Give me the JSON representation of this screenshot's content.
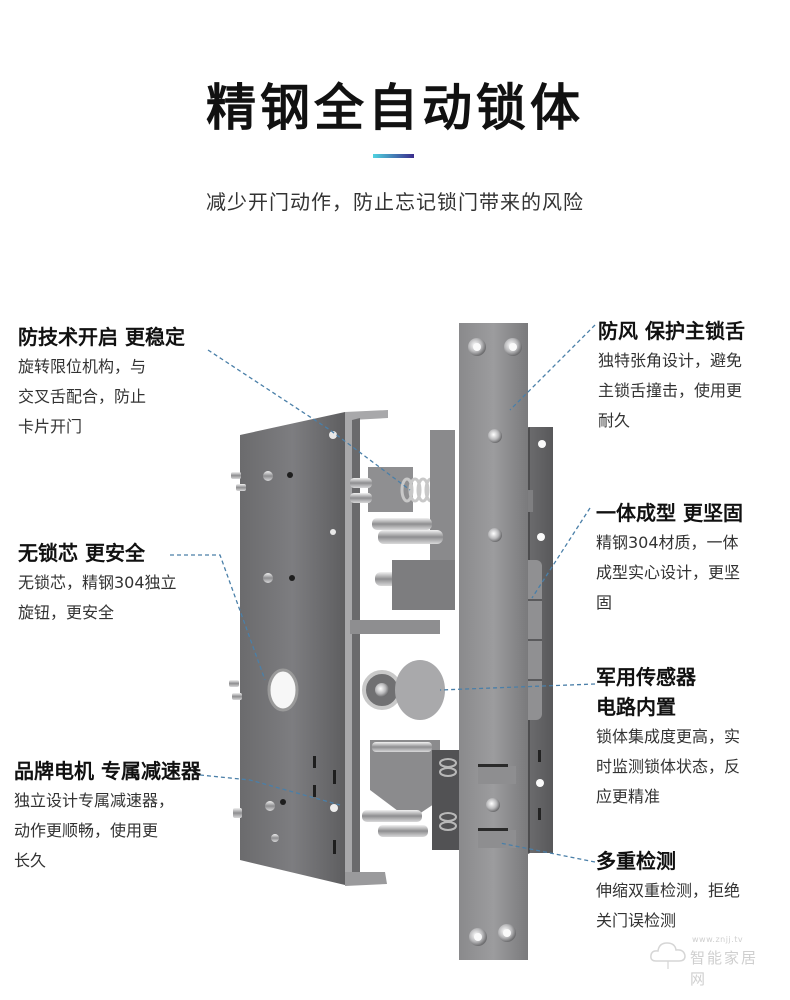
{
  "header": {
    "title": "精钢全自动锁体",
    "accent_colors": [
      "#4fd3e0",
      "#3a2b8c"
    ],
    "subtitle": "减少开门动作，防止忘记锁门带来的风险"
  },
  "features_left": [
    {
      "title": "防技术开启 更稳定",
      "lines": [
        "旋转限位机构，与",
        "交叉舌配合，防止",
        "卡片开门"
      ]
    },
    {
      "title": "无锁芯 更安全",
      "lines": [
        "无锁芯，精钢304独立",
        "旋钮，更安全"
      ]
    },
    {
      "title": "品牌电机  专属减速器",
      "lines": [
        "独立设计专属减速器，",
        "动作更顺畅，使用更",
        "长久"
      ]
    }
  ],
  "features_right": [
    {
      "title": "防风 保护主锁舌",
      "lines": [
        "独特张角设计，避免",
        "主锁舌撞击，使用更",
        "耐久"
      ]
    },
    {
      "title": "一体成型 更坚固",
      "lines": [
        "精钢304材质，一体",
        "成型实心设计，更坚",
        "固"
      ]
    },
    {
      "title_lines": [
        "军用传感器",
        "电路内置"
      ],
      "lines": [
        "锁体集成度更高，实",
        "时监测锁体状态，反",
        "应更精准"
      ]
    },
    {
      "title": "多重检测",
      "lines": [
        "伸缩双重检测，拒绝",
        "关门误检测"
      ]
    }
  ],
  "image": {
    "subject": "lock-body-exploded-view",
    "leader_line_color": "#4a7fa8"
  },
  "watermark": {
    "brand": "智能家居网",
    "url": "www.znjj.tv"
  }
}
